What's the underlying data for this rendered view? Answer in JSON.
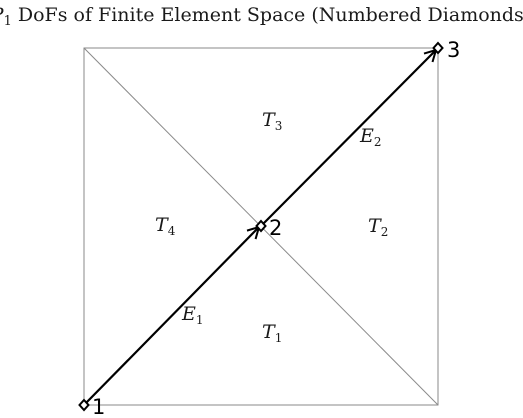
{
  "figure": {
    "title_prefix": "P",
    "title_prefix_sub": "1",
    "title_rest": " DoFs of Finite Element Space (Numbered Diamonds)"
  },
  "triangles": [
    {
      "id": "T1",
      "label": "T",
      "sub": "1"
    },
    {
      "id": "T2",
      "label": "T",
      "sub": "2"
    },
    {
      "id": "T3",
      "label": "T",
      "sub": "3"
    },
    {
      "id": "T4",
      "label": "T",
      "sub": "4"
    }
  ],
  "edges": [
    {
      "id": "E1",
      "label": "E",
      "sub": "1"
    },
    {
      "id": "E2",
      "label": "E",
      "sub": "2"
    }
  ],
  "dofs": [
    {
      "id": "dof-1",
      "label": "1"
    },
    {
      "id": "dof-2",
      "label": "2"
    },
    {
      "id": "dof-3",
      "label": "3"
    }
  ]
}
